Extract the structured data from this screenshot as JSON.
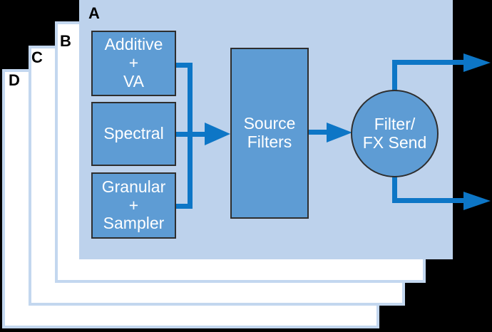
{
  "figure": {
    "layers": [
      {
        "label": "A"
      },
      {
        "label": "B"
      },
      {
        "label": "C"
      },
      {
        "label": "D"
      }
    ],
    "nodes": {
      "additive_va": {
        "lines": [
          "Additive",
          "+",
          "VA"
        ]
      },
      "spectral": {
        "lines": [
          "Spectral"
        ]
      },
      "granular_sampler": {
        "lines": [
          "Granular",
          "+",
          "Sampler"
        ]
      },
      "source_filters": {
        "lines": [
          "Source",
          "Filters"
        ]
      },
      "filter_fx_send": {
        "lines": [
          "Filter/",
          "FX Send"
        ]
      }
    },
    "colors": {
      "background": "#000000",
      "layer_a_fill": "#bdd2ec",
      "back_layer_fill": "#ffffff",
      "back_layer_border": "#c3d7ef",
      "node_fill": "#5e9cd4",
      "node_border": "#2e2e2e",
      "node_text": "#ffffff",
      "connector": "#0d76c6",
      "layer_label_text": "#000000"
    }
  }
}
